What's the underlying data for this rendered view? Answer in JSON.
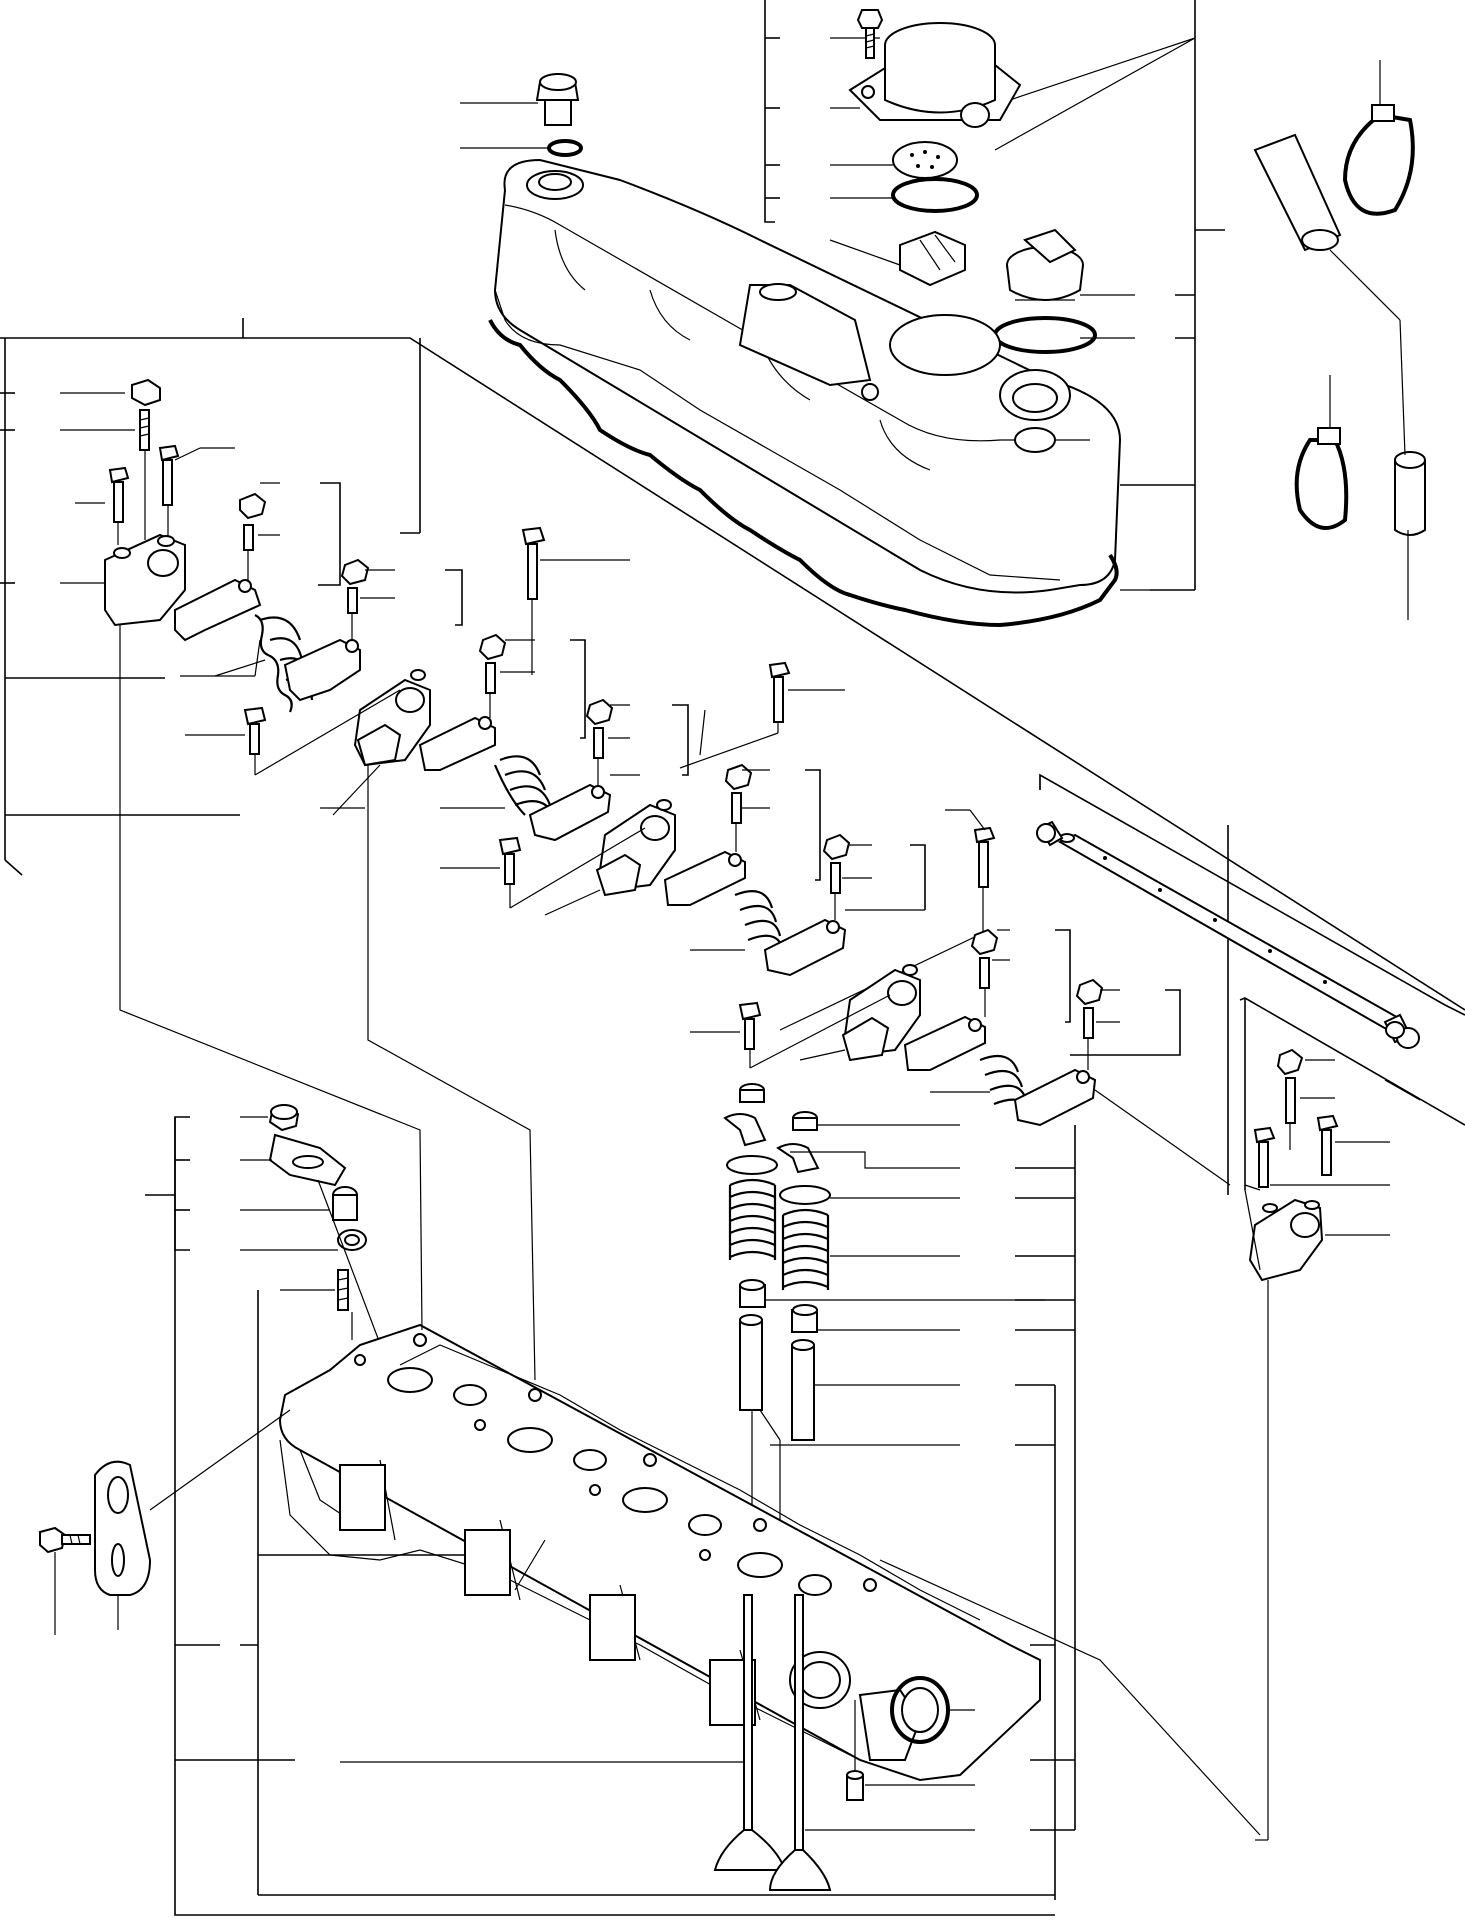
{
  "drawing": {
    "labels_printed": false,
    "sections": [
      {
        "name": "valve-cover-assembly"
      },
      {
        "name": "breather-assembly"
      },
      {
        "name": "rocker-arm-assemblies"
      },
      {
        "name": "rocker-shaft"
      },
      {
        "name": "valve-train"
      },
      {
        "name": "cylinder-head"
      },
      {
        "name": "lifting-eye"
      },
      {
        "name": "hose-and-clamps"
      }
    ],
    "line_color": "#000000",
    "background": "#ffffff"
  }
}
